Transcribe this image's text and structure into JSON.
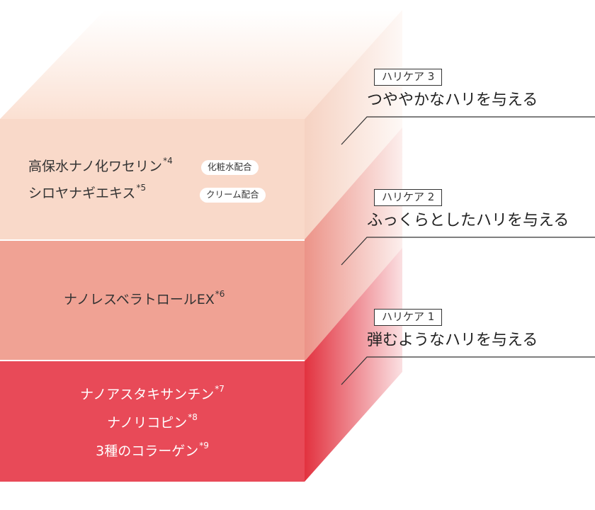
{
  "layers": {
    "top": {
      "lines": [
        {
          "text": "高保水ナノ化ワセリン",
          "sup": "*4"
        },
        {
          "text": "シロヤナギエキス",
          "sup": "*5"
        }
      ],
      "pills": [
        "化粧水配合",
        "クリーム配合"
      ],
      "color": "#f9d9c9"
    },
    "middle": {
      "lines": [
        {
          "text": "ナノレスベラトロールEX",
          "sup": "*6"
        }
      ],
      "color": "#f0a294"
    },
    "bottom": {
      "lines": [
        {
          "text": "ナノアスタキサンチン",
          "sup": "*7"
        },
        {
          "text": "ナノリコピン",
          "sup": "*8"
        },
        {
          "text": "3種のコラーゲン",
          "sup": "*9"
        }
      ],
      "color": "#e84a58"
    }
  },
  "callouts": [
    {
      "tag": "ハリケア 3",
      "desc": "つややかなハリを与える"
    },
    {
      "tag": "ハリケア 2",
      "desc": "ふっくらとしたハリを与える"
    },
    {
      "tag": "ハリケア 1",
      "desc": "弾むようなハリを与える"
    }
  ]
}
